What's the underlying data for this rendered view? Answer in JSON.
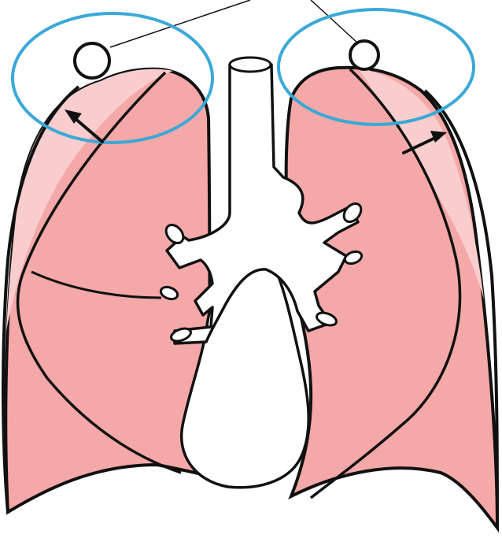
{
  "diagram": {
    "subject": "lungs-front-view",
    "colors": {
      "lung_fill": "#f5a8a8",
      "apex_highlight": "#f9cdcd",
      "outline": "#111111",
      "highlight_ellipse": "#3aa8d8",
      "background": "#ffffff"
    },
    "components": [
      "right-lung",
      "left-lung",
      "trachea",
      "bronchi",
      "heart-mediastinum",
      "apical-markers",
      "apex-highlight-ellipses",
      "expansion-arrows",
      "leader-lines"
    ]
  }
}
